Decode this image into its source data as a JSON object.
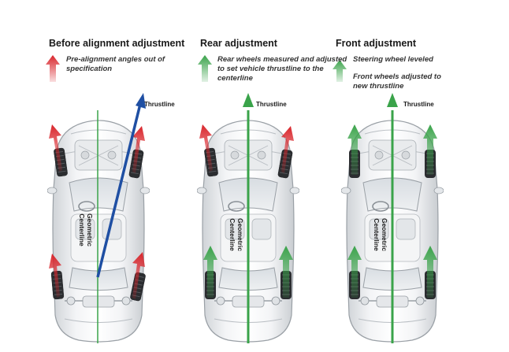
{
  "panels": [
    {
      "title": "Before alignment adjustment",
      "notes": [
        {
          "text": "Pre-alignment angles out of specification",
          "arrow_color": "#d9252b"
        }
      ],
      "thrustline_label": "Thrustline",
      "centerline_label": "Geometric Centerline"
    },
    {
      "title": "Rear adjustment",
      "notes": [
        {
          "text": "Rear wheels measured and adjusted to set vehicle thrustline to the centerline",
          "arrow_color": "#3aa34a"
        }
      ],
      "thrustline_label": "Thrustline",
      "centerline_label": "Geometric Centerline"
    },
    {
      "title": "Front adjustment",
      "notes": [
        {
          "text": "Steering wheel leveled",
          "arrow_color": "#3aa34a"
        },
        {
          "text": "Front wheels adjusted to new thrustline",
          "arrow_color": "#3aa34a"
        }
      ],
      "thrustline_label": "Thrustline",
      "centerline_label": "Geometric Centerline"
    }
  ],
  "colors": {
    "red": "#d9252b",
    "green": "#3aa34a",
    "blue": "#1f4fa3",
    "centerline": "#3aa34a"
  }
}
